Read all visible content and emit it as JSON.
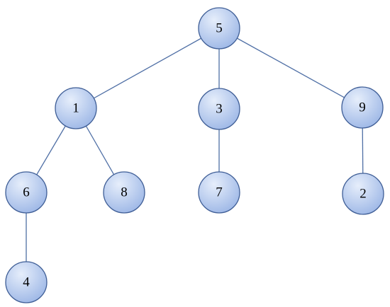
{
  "colors": {
    "node_fill_light": "#e6eefb",
    "node_fill_dark": "#9db7e6",
    "node_stroke": "#3f5e96",
    "edge": "#4f6fa5",
    "background": "#ffffff"
  },
  "tree": {
    "nodes": [
      {
        "id": "n5",
        "label": "5"
      },
      {
        "id": "n1",
        "label": "1"
      },
      {
        "id": "n3",
        "label": "3"
      },
      {
        "id": "n9",
        "label": "9"
      },
      {
        "id": "n6",
        "label": "6"
      },
      {
        "id": "n8",
        "label": "8"
      },
      {
        "id": "n7",
        "label": "7"
      },
      {
        "id": "n2",
        "label": "2"
      },
      {
        "id": "n4",
        "label": "4"
      }
    ],
    "edges": [
      {
        "from": "n5",
        "to": "n1"
      },
      {
        "from": "n5",
        "to": "n3"
      },
      {
        "from": "n5",
        "to": "n9"
      },
      {
        "from": "n1",
        "to": "n6"
      },
      {
        "from": "n1",
        "to": "n8"
      },
      {
        "from": "n3",
        "to": "n7"
      },
      {
        "from": "n9",
        "to": "n2"
      },
      {
        "from": "n6",
        "to": "n4"
      }
    ]
  }
}
